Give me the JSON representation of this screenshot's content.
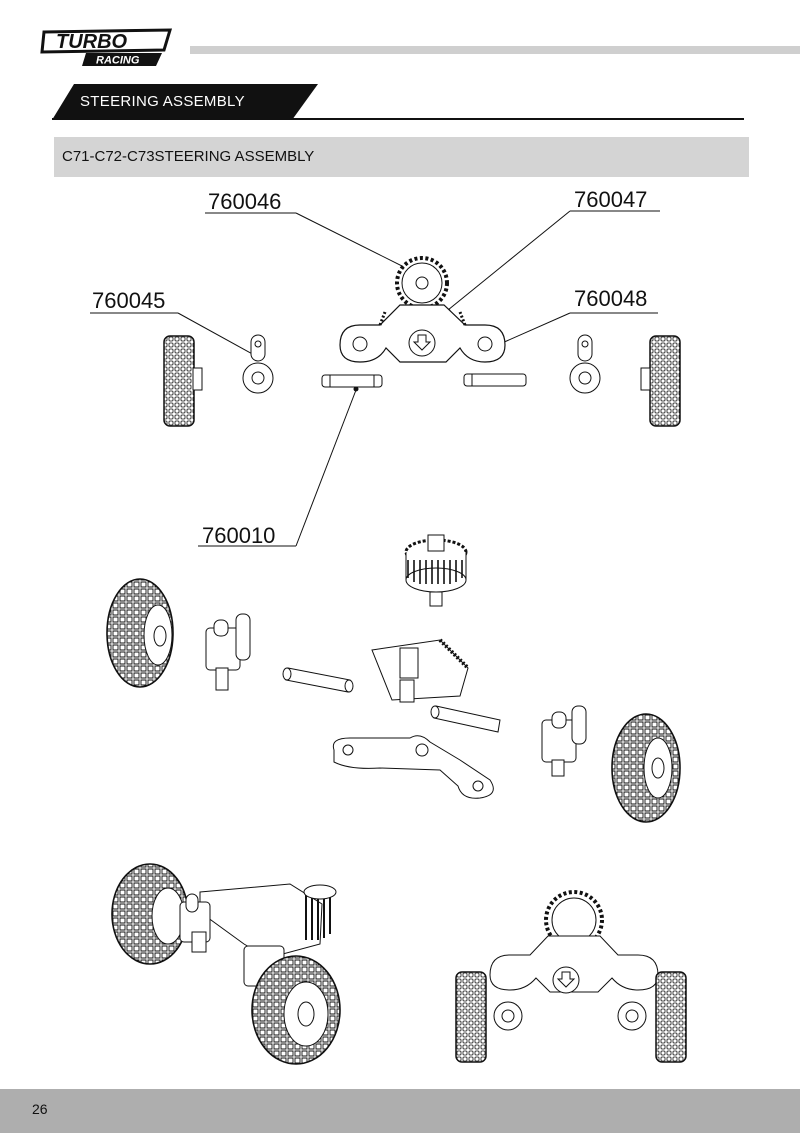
{
  "brand": {
    "line1": "TURBO",
    "line2": "RACING"
  },
  "section": {
    "title": "STEERING ASSEMBLY"
  },
  "subsection": {
    "title": "C71-C72-C73STEERING ASSEMBLY"
  },
  "parts": {
    "p1": "760046",
    "p2": "760047",
    "p3": "760045",
    "p4": "760048",
    "p5": "760010"
  },
  "footer": {
    "page_number": "26"
  }
}
